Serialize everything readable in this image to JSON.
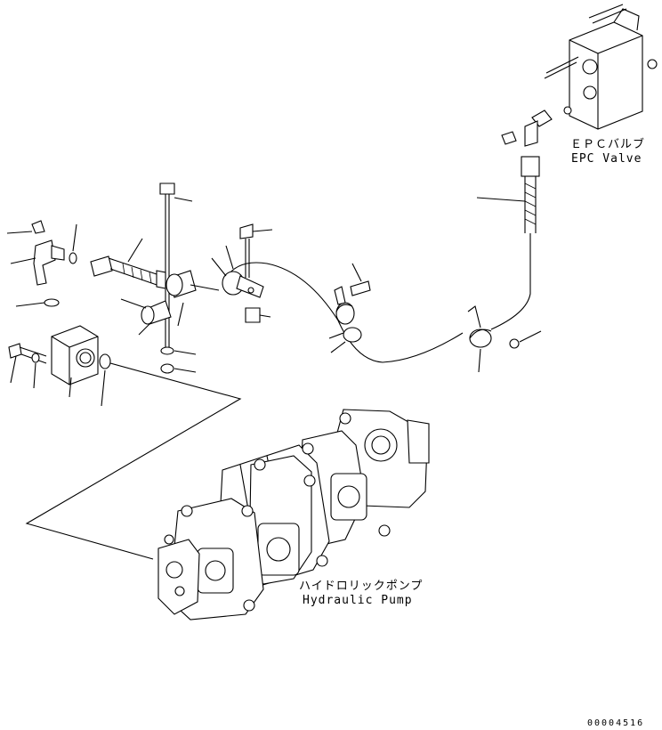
{
  "labels": {
    "epc_valve_jp": "ＥＰＣバルブ",
    "epc_valve_en": "EPC Valve",
    "pump_jp": "ハイドロリックポンプ",
    "pump_en": "Hydraulic Pump"
  },
  "drawing_number": "00004516"
}
